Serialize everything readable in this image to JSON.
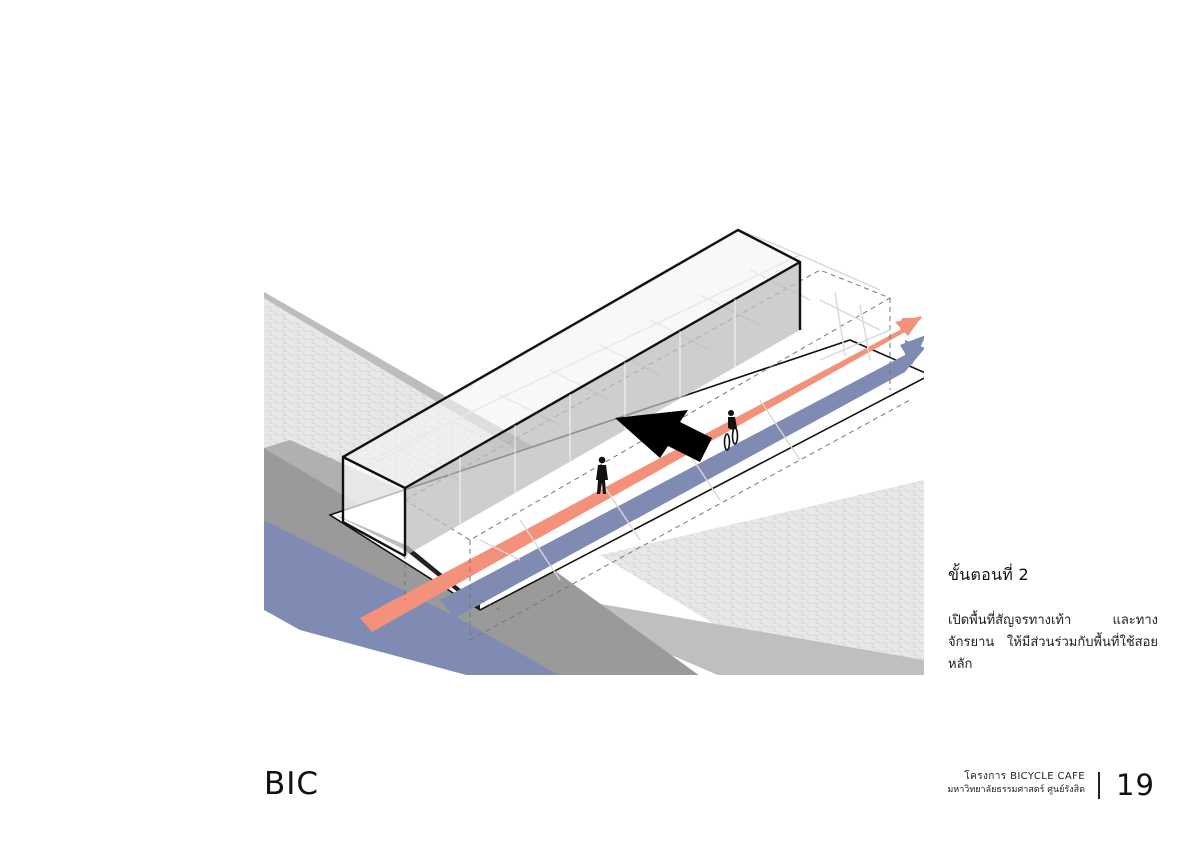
{
  "step": {
    "title": "ขั้นตอนที่ 2",
    "description": "เปิดพื้นที่สัญจรทางเท้า และทางจักรยาน ให้มีส่วนร่วมกับพื้นที่ใช้สอยหลัก"
  },
  "footer": {
    "brand": "BIC",
    "project_line": "โครงการ BICYCLE CAFE",
    "university_line": "มหาวิทยาลัยธรรมศาสตร์ ศูนย์รังสิต",
    "page_number": "19"
  },
  "diagram": {
    "colors": {
      "water": "#e6e6e6",
      "ground": "#9a9a9a",
      "bike_lane": "#f3917a",
      "walk_lane": "#7f8bb3",
      "frame": "#111111"
    },
    "icons": [
      "pedestrian-icon",
      "cyclist-icon",
      "direction-arrow-icon"
    ]
  }
}
